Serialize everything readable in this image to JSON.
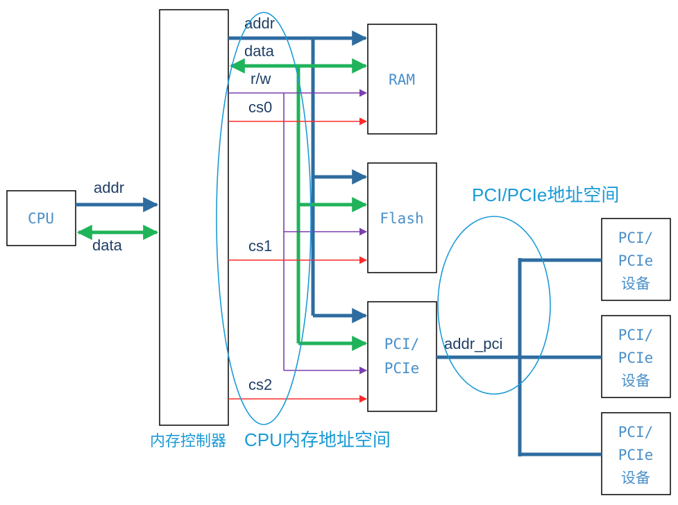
{
  "blocks": {
    "cpu": "CPU",
    "ram": "RAM",
    "flash": "Flash",
    "pcie_bridge": [
      "PCI/",
      "PCIe"
    ],
    "devices": [
      [
        "PCI/",
        "PCIe",
        "设备"
      ],
      [
        "PCI/",
        "PCIe",
        "设备"
      ],
      [
        "PCI/",
        "PCIe",
        "设备"
      ]
    ]
  },
  "signals": {
    "cpu_addr": "addr",
    "cpu_data": "data",
    "addr": "addr",
    "data": "data",
    "rw": "r/w",
    "cs0": "cs0",
    "cs1": "cs1",
    "cs2": "cs2",
    "addr_pci": "addr_pci"
  },
  "captions": {
    "memory_controller": "内存控制器",
    "cpu_address_space": "CPU内存地址空间",
    "pci_address_space": "PCI/PCIe地址空间"
  },
  "colors": {
    "address_bus": "#2e6ca0",
    "data_bus": "#1fb35a",
    "rw_line": "#7a3fae",
    "chip_select": "#ff2a2a",
    "annotation": "#1a9ad6"
  }
}
